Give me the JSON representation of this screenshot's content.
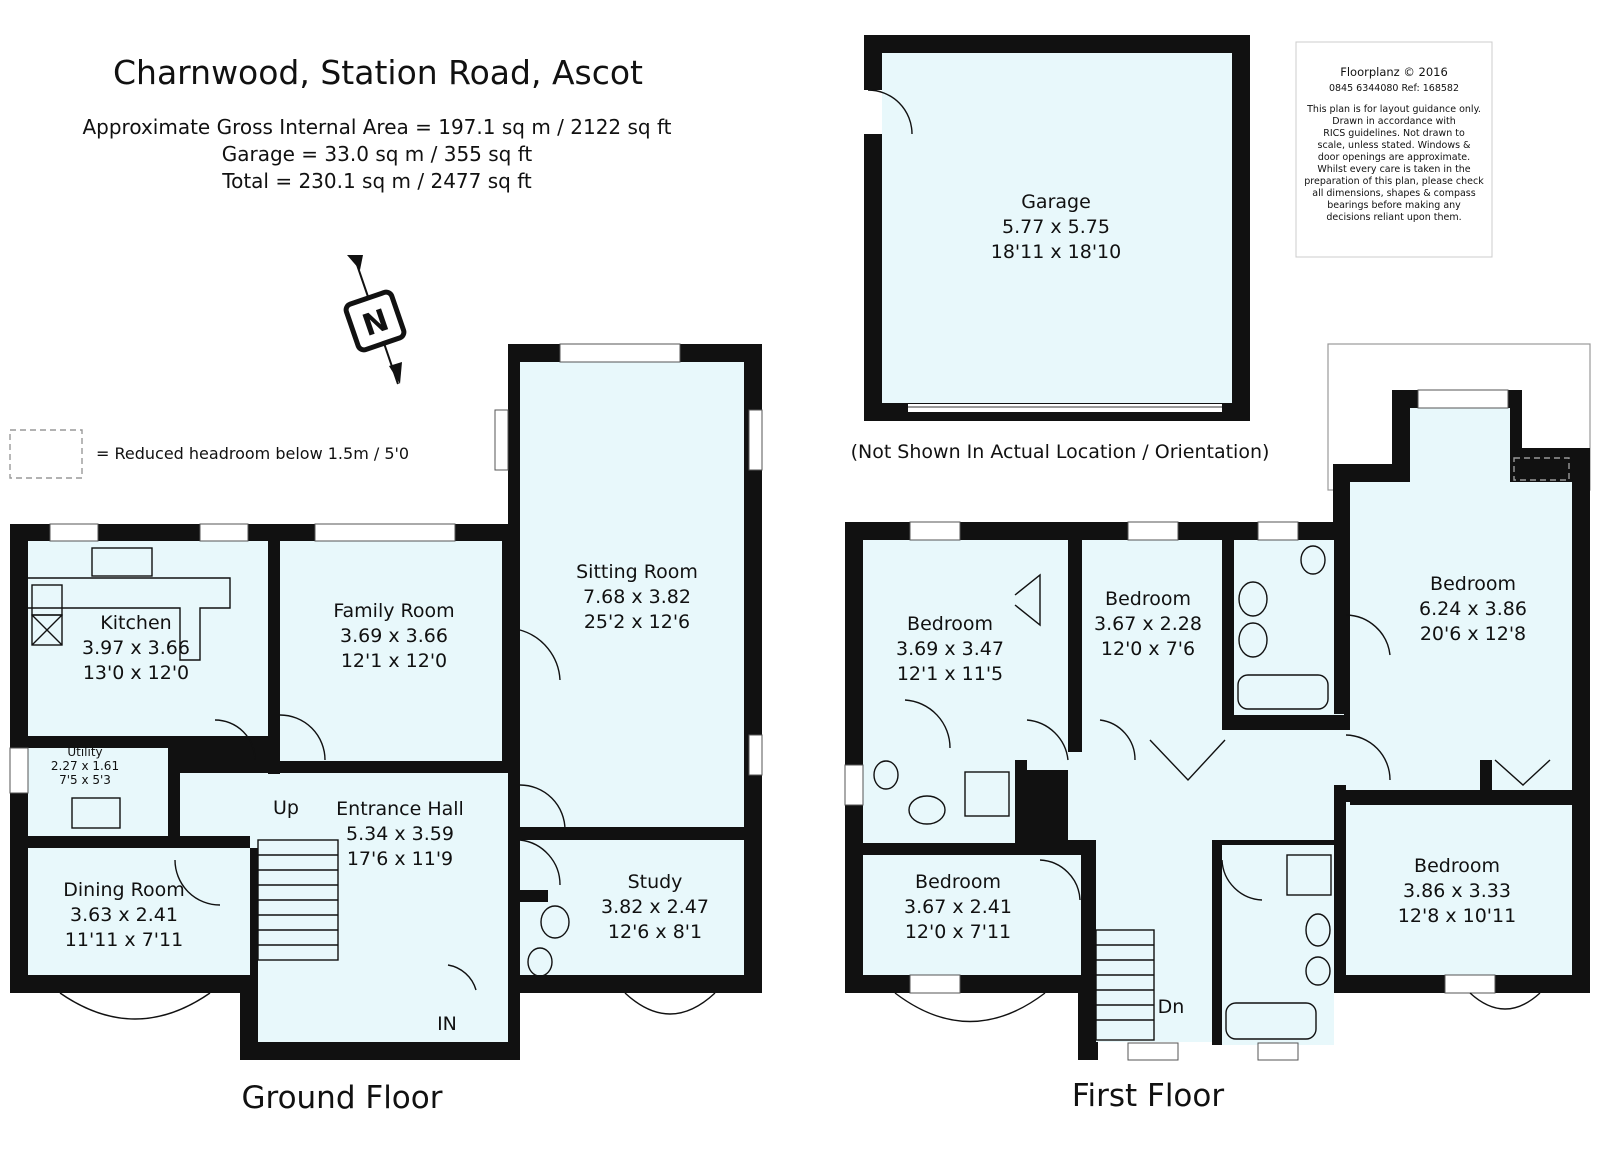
{
  "header": {
    "title": "Charnwood, Station Road, Ascot",
    "area_lines": [
      "Approximate Gross Internal Area = 197.1 sq m / 2122 sq ft",
      "Garage = 33.0 sq m / 355 sq ft",
      "Total = 230.1 sq m / 2477 sq ft"
    ]
  },
  "key": {
    "reduced_headroom": "= Reduced headroom below 1.5m / 5'0"
  },
  "compass": {
    "label": "N"
  },
  "disclaimer": {
    "company": "Floorplanz © 2016",
    "ref": "0845 6344080 Ref: 168582",
    "lines": [
      "This plan is for layout guidance only.",
      "Drawn in accordance with",
      "RICS guidelines. Not drawn to",
      "scale, unless stated. Windows &",
      "door openings are approximate.",
      "Whilst every care is taken in the",
      "preparation of this plan, please check",
      "all dimensions, shapes & compass",
      "bearings before making any",
      "decisions reliant upon them."
    ]
  },
  "garage": {
    "name": "Garage",
    "metric": "5.77 x 5.75",
    "imperial": "18'11 x 18'10",
    "note": "(Not Shown In Actual Location / Orientation)"
  },
  "ground_floor": {
    "label": "Ground Floor",
    "up_label": "Up",
    "in_label": "IN",
    "rooms": [
      {
        "name": "Kitchen",
        "metric": "3.97 x 3.66",
        "imperial": "13'0 x 12'0"
      },
      {
        "name": "Family Room",
        "metric": "3.69 x 3.66",
        "imperial": "12'1 x 12'0"
      },
      {
        "name": "Sitting Room",
        "metric": "7.68 x 3.82",
        "imperial": "25'2 x 12'6"
      },
      {
        "name": "Utility",
        "metric": "2.27 x 1.61",
        "imperial": "7'5 x 5'3"
      },
      {
        "name": "Entrance Hall",
        "metric": "5.34 x 3.59",
        "imperial": "17'6 x 11'9"
      },
      {
        "name": "Dining Room",
        "metric": "3.63 x 2.41",
        "imperial": "11'11 x 7'11"
      },
      {
        "name": "Study",
        "metric": "3.82 x 2.47",
        "imperial": "12'6 x 8'1"
      }
    ]
  },
  "first_floor": {
    "label": "First Floor",
    "dn_label": "Dn",
    "rooms": [
      {
        "name": "Bedroom",
        "metric": "3.69 x 3.47",
        "imperial": "12'1 x 11'5"
      },
      {
        "name": "Bedroom",
        "metric": "3.67 x 2.28",
        "imperial": "12'0 x 7'6"
      },
      {
        "name": "Bedroom",
        "metric": "6.24 x 3.86",
        "imperial": "20'6 x 12'8"
      },
      {
        "name": "Bedroom",
        "metric": "3.67 x 2.41",
        "imperial": "12'0 x 7'11"
      },
      {
        "name": "Bedroom",
        "metric": "3.86 x 3.33",
        "imperial": "12'8 x 10'11"
      }
    ]
  }
}
